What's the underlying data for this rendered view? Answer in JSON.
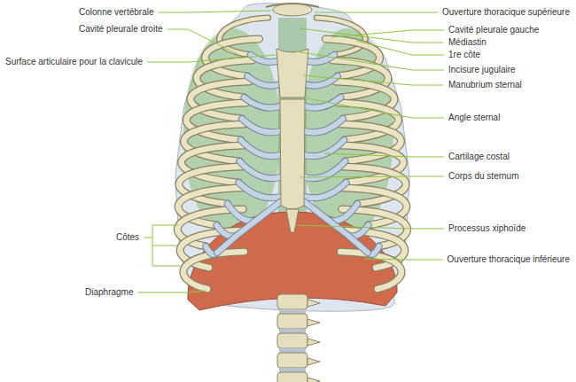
{
  "diagram": {
    "labels": [
      "Colonne vertébrale",
      "Cavité pleurale droite",
      "Surface articulaire pour la clavicule",
      "Côtes",
      "Diaphragme",
      "Ouverture thoracique supérieure",
      "Cavité pleurale gauche",
      "Médiastin",
      "1re côte",
      "Incisure jugulaire",
      "Manubrium sternal",
      "Angle sternal",
      "Cartilage costal",
      "Corps du sternum",
      "Processus xiphoïde",
      "Ouverture thoracique inférieure"
    ]
  }
}
